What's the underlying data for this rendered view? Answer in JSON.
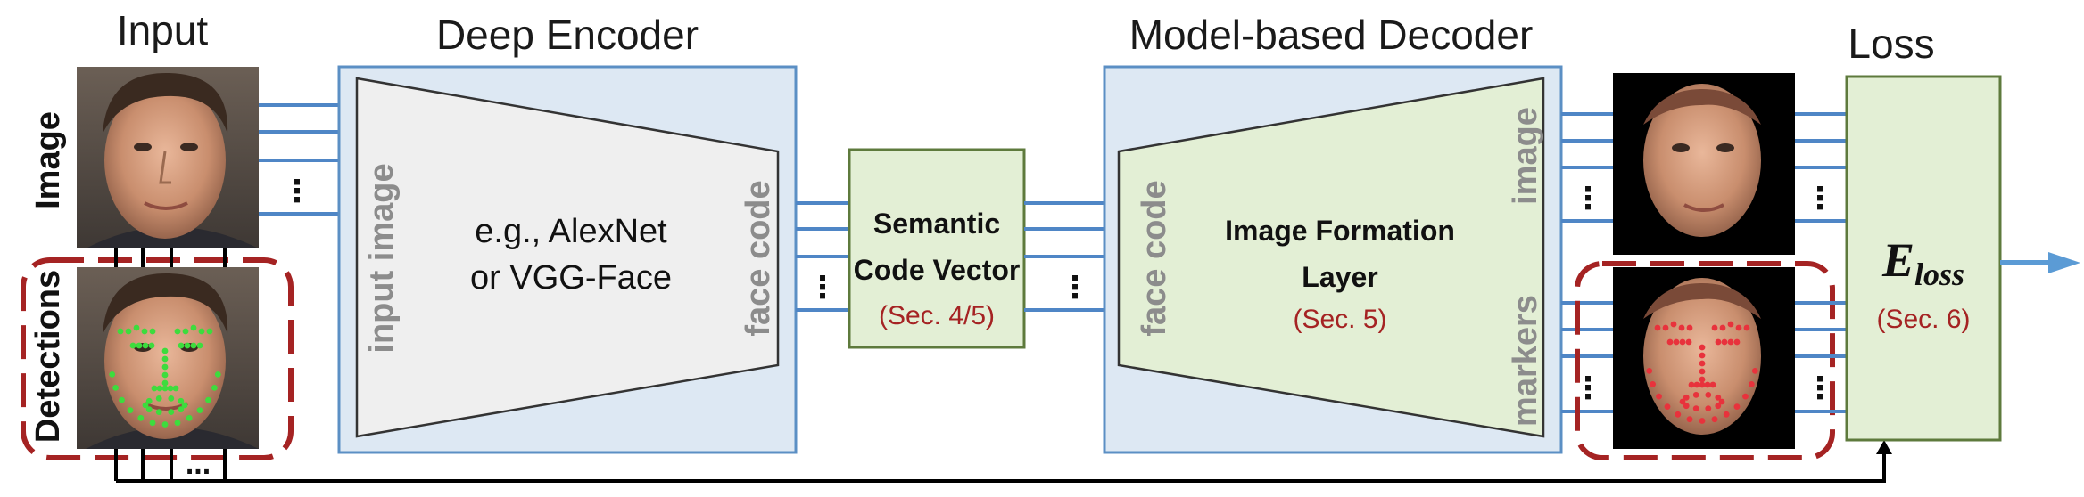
{
  "colors": {
    "block_fill": "#dde8f3",
    "block_stroke": "#5b8fc4",
    "trapezoid_fill": "#efefef",
    "green_fill": "#e3efd5",
    "green_stroke": "#5e7a3c",
    "line_blue": "#4f86c6",
    "dashed_red": "#a52323",
    "landmark_green": "#3ddc3d",
    "landmark_red": "#e8323c",
    "arrow_blue": "#5b9bd5"
  },
  "titles": {
    "input": "Input",
    "encoder": "Deep Encoder",
    "decoder": "Model-based Decoder",
    "loss": "Loss"
  },
  "input": {
    "image_label": "Image",
    "detections_label": "Detections",
    "bottom_ellipsis": "..."
  },
  "encoder": {
    "input_label": "input image",
    "output_label": "face code",
    "example_line1": "e.g., AlexNet",
    "example_line2": "or VGG-Face"
  },
  "code_vector": {
    "line1": "Semantic",
    "line2": "Code Vector",
    "ref": "(Sec. 4/5)"
  },
  "decoder": {
    "input_label": "face code",
    "line1": "Image Formation",
    "line2": "Layer",
    "ref": "(Sec. 5)",
    "out_image_label": "image",
    "out_markers_label": "markers"
  },
  "loss": {
    "symbol": "E",
    "subscript": "loss",
    "ref": "(Sec. 6)"
  },
  "ellipsis": "⋮",
  "icons": [
    "input-face-photo",
    "detection-face-photo",
    "rendered-face",
    "rendered-face-markers",
    "output-arrow-icon"
  ]
}
